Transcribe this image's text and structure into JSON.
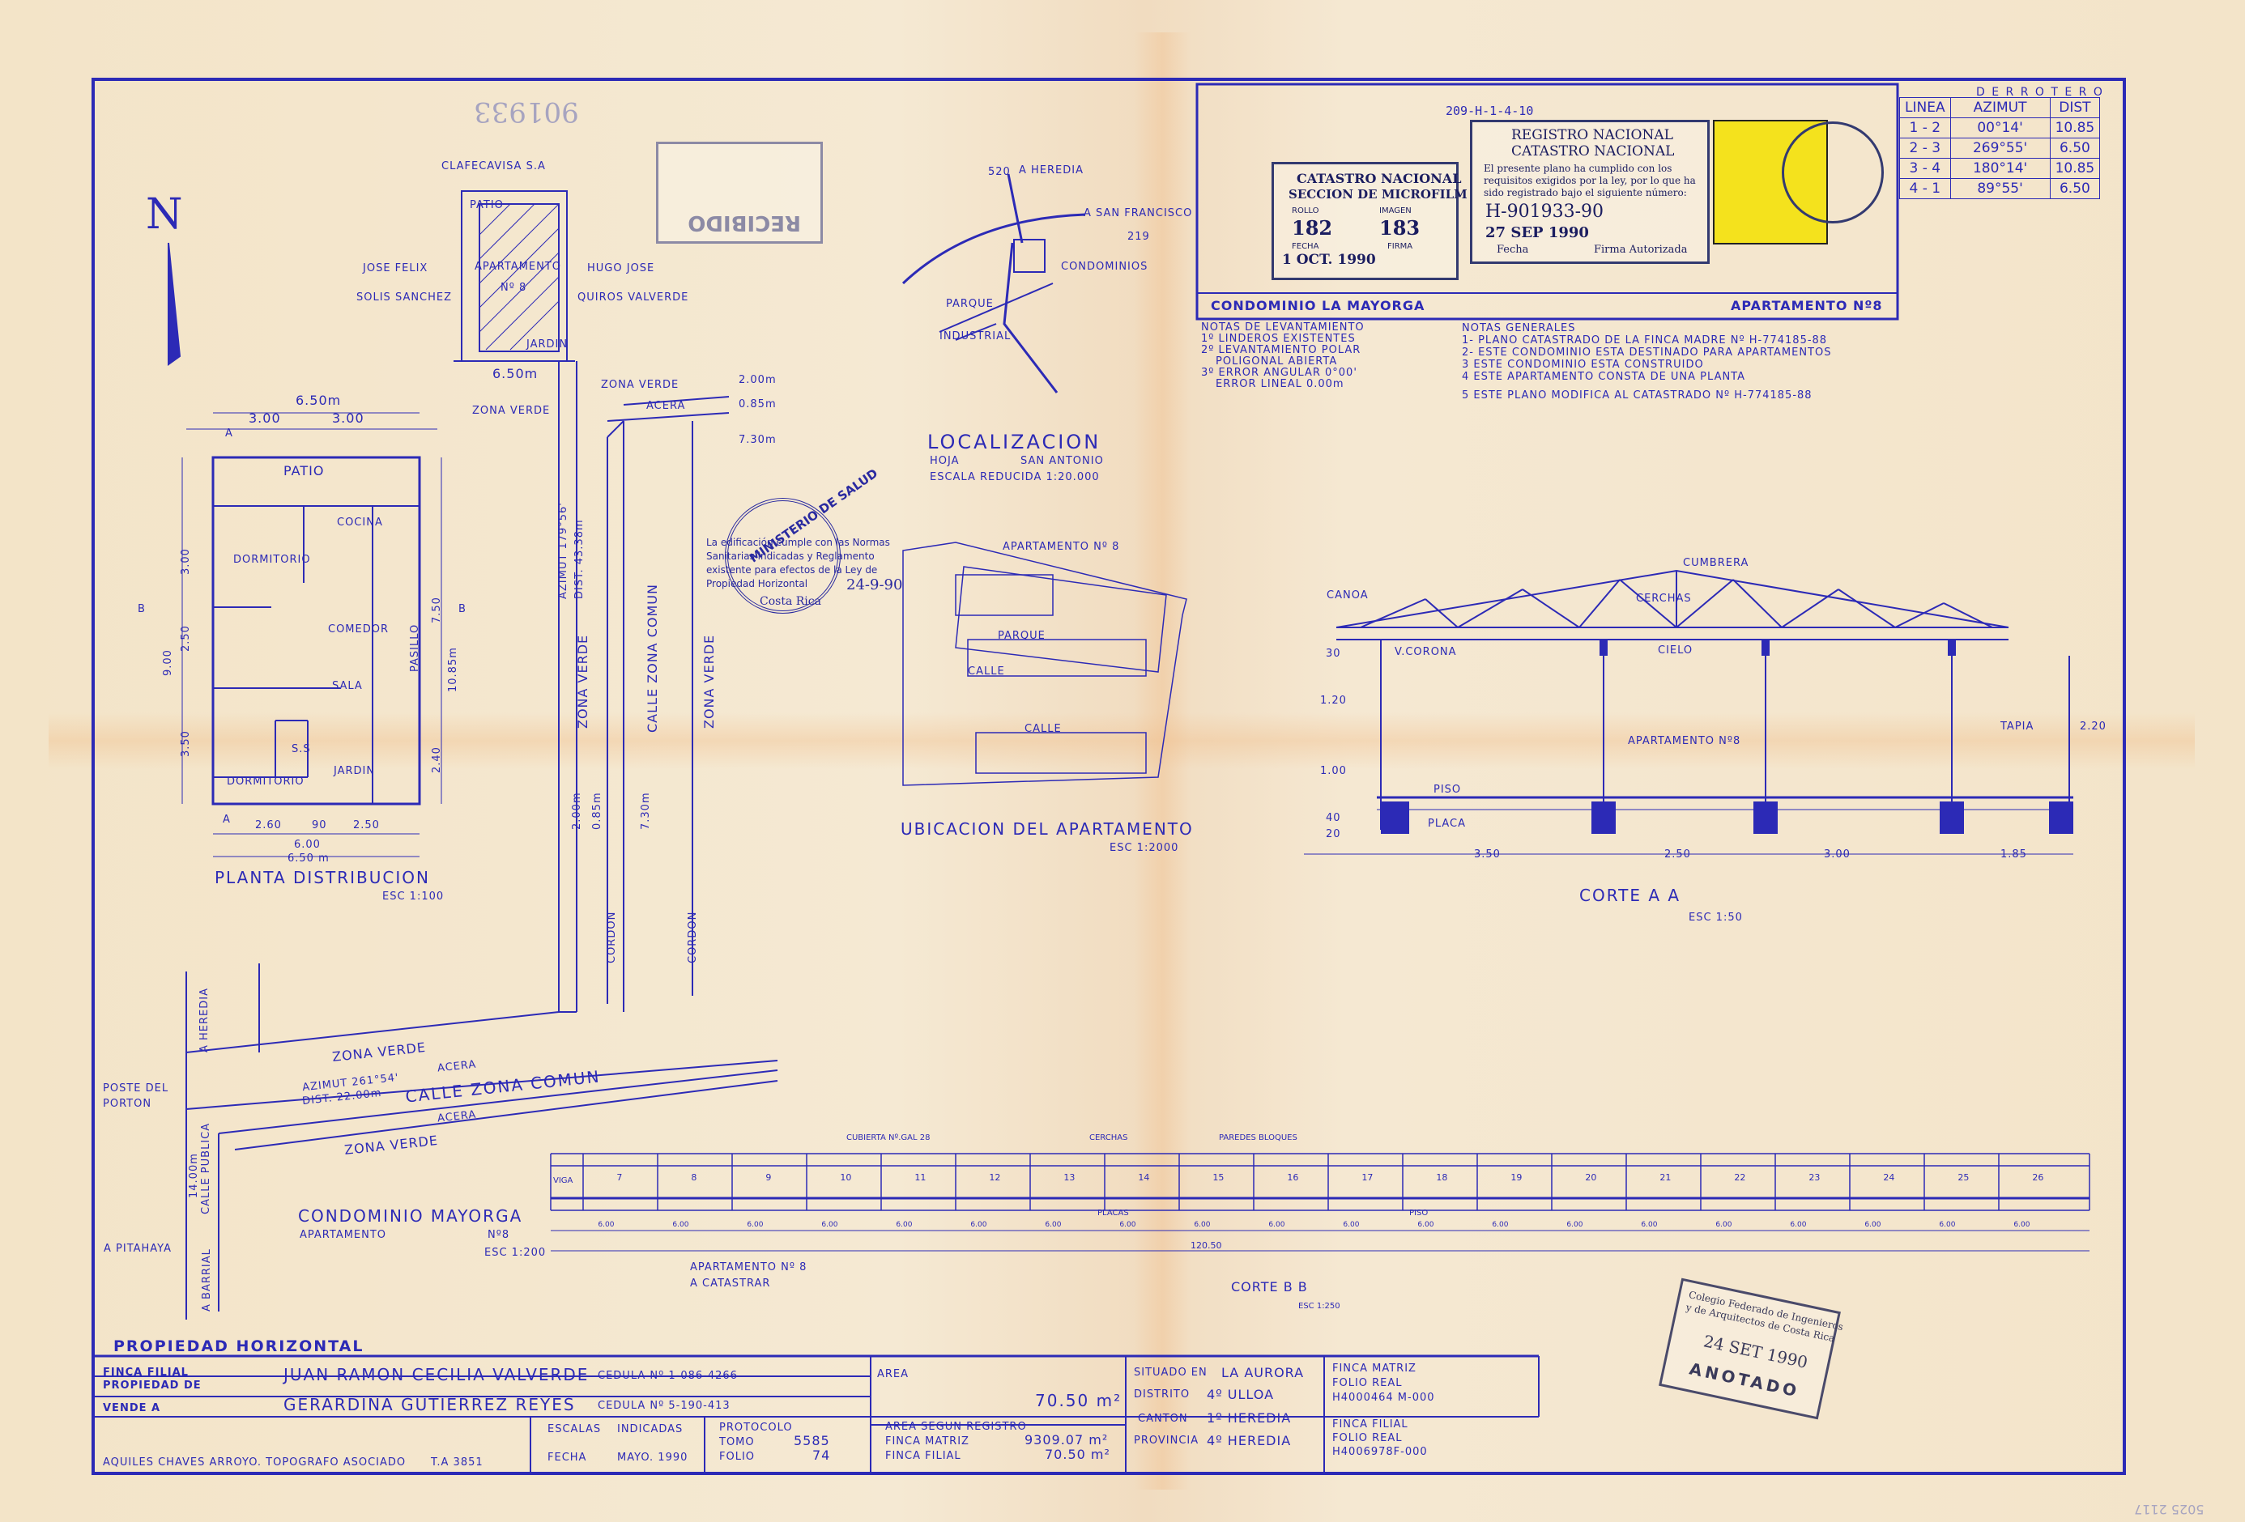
{
  "top_code": "209-H-1-4-10",
  "north": "N",
  "derrotero": {
    "title": "D E R R O T E R O",
    "headers": [
      "LINEA",
      "AZIMUT",
      "DIST"
    ],
    "rows": [
      [
        "1 - 2",
        "00°14'",
        "10.85"
      ],
      [
        "2 - 3",
        "269°55'",
        "6.50"
      ],
      [
        "3 - 4",
        "180°14'",
        "10.85"
      ],
      [
        "4 - 1",
        "89°55'",
        "6.50"
      ]
    ]
  },
  "registro": {
    "title1": "REGISTRO NACIONAL",
    "title2": "CATASTRO NACIONAL",
    "text": "El presente plano ha cumplido con los requisitos exigidos por la ley, por lo que ha sido registrado bajo el siguiente número:",
    "number": "H-901933-90",
    "date": "27 SEP 1990",
    "fecha_label": "Fecha",
    "firma_label": "Firma Autorizada"
  },
  "microfilm": {
    "title1": "CATASTRO NACIONAL",
    "title2": "SECCION DE MICROFILM",
    "rollo_label": "ROLLO",
    "rollo": "182",
    "imagen_label": "IMAGEN",
    "imagen": "183",
    "fecha_label": "FECHA",
    "fecha": "1 OCT. 1990",
    "firma_label": "FIRMA"
  },
  "condominio_banner": "CONDOMINIO LA MAYORGA",
  "apartamento_banner": "APARTAMENTO Nº8",
  "notas_levantamiento": [
    "NOTAS DE LEVANTAMIENTO",
    "1º LINDEROS EXISTENTES",
    "2º LEVANTAMIENTO POLAR",
    "POLIGONAL ABIERTA",
    "3º ERROR ANGULAR 0°00'",
    "ERROR LINEAL 0.00m"
  ],
  "notas_generales": [
    "NOTAS GENERALES",
    "1- PLANO CATASTRADO DE LA FINCA MADRE Nº H-774185-88",
    "2- ESTE CONDOMINIO ESTA DESTINADO PARA APARTAMENTOS",
    "3 ESTE CONDOMINIO ESTA CONSTRUIDO",
    "4 ESTE APARTAMENTO CONSTA DE UNA PLANTA",
    "5 ESTE PLANO MODIFICA AL CATASTRADO Nº H-774185-88"
  ],
  "recibido_stamp": "RECIBIDO",
  "handwritten_number": "901933",
  "site": {
    "clafecavisa": "CLAFECAVISA S.A",
    "patio": "PATIO",
    "apartamento": "APARTAMENTO",
    "apt_no": "Nº 8",
    "jardin": "JARDIN",
    "left_owner1": "JOSE FELIX",
    "left_owner2": "SOLIS SANCHEZ",
    "right_owner1": "HUGO JOSE",
    "right_owner2": "QUIROS VALVERDE",
    "width": "6.50m",
    "zona_verde": "ZONA VERDE",
    "acera": "ACERA",
    "d1": "2.00m",
    "d2": "0.85m",
    "d3": "7.30m",
    "azimut": "AZIMUT 179°56'",
    "dist": "DIST. 43.38m",
    "calle_zona_comun": "CALLE ZONA COMUN",
    "cordon": "CORDON",
    "azimut2": "AZIMUT 261°54'",
    "dist2": "DIST. 22.00m",
    "poste1": "POSTE DEL",
    "poste2": "PORTON",
    "a_heredia": "A HEREDIA",
    "calle_publica": "CALLE PUBLICA",
    "calle_ancho": "14.00m",
    "a_pitahaya": "A PITAHAYA",
    "a_barrial": "A BARRIAL",
    "condominio_title": "CONDOMINIO MAYORGA",
    "condominio_apto": "APARTAMENTO",
    "condominio_no": "Nº8",
    "condominio_esc": "ESC 1:200"
  },
  "planta": {
    "title": "PLANTA DISTRIBUCION",
    "esc": "ESC 1:100",
    "top_total": "6.50m",
    "top_a": "3.00",
    "top_b": "3.00",
    "rooms": [
      "PATIO",
      "COCINA",
      "DORMITORIO",
      "COMEDOR",
      "SALA",
      "S.S",
      "JARDIN",
      "DORMITORIO",
      "PASILLO"
    ],
    "bottom_a": "2.60",
    "bottom_b": "90",
    "bottom_c": "2.50",
    "bottom_total1": "6.00",
    "bottom_total2": "6.50 m",
    "left_total": "9.00",
    "left_a": "3.00",
    "left_b": "2.50",
    "left_c": "3.50",
    "right_a": "7.50",
    "right_b": "2.40",
    "right_total": "10.85m",
    "label_a": "A",
    "label_b": "B"
  },
  "localizacion": {
    "title": "LOCALIZACION",
    "hoja": "HOJA",
    "hoja_val": "SAN ANTONIO",
    "escala": "ESCALA REDUCIDA 1:20.000",
    "a_heredia": "A HEREDIA",
    "a_san_francisco": "A SAN FRANCISCO",
    "n520": "520",
    "n219": "219",
    "condominios": "CONDOMINIOS",
    "parque": "PARQUE",
    "industrial": "INDUSTRIAL"
  },
  "salud": {
    "ring": "MINISTERIO DE SALUD",
    "text": "La edificación cumple con las Normas Sanitarias indicadas y Reglamento existente para efectos de la Ley de Propiedad Horizontal",
    "date": "24-9-90",
    "country": "Costa Rica"
  },
  "ubicacion": {
    "title": "UBICACION DEL APARTAMENTO",
    "esc": "ESC 1:2000",
    "apto": "APARTAMENTO Nº 8",
    "parque": "PARQUE",
    "calle1": "CALLE",
    "calle2": "CALLE"
  },
  "corte_aa": {
    "title": "CORTE A A",
    "esc": "ESC 1:50",
    "labels": [
      "CUMBRERA",
      "CERCHAS",
      "CANOA",
      "V.CORONA",
      "CIELO",
      "APARTAMENTO Nº8",
      "TAPIA",
      "PISO",
      "PLACA"
    ],
    "heights": [
      "30",
      "1.20",
      "1.00",
      "40",
      "20"
    ],
    "right_h": "2.20",
    "dims": [
      "3.50",
      "2.50",
      "3.00",
      "1.85"
    ]
  },
  "corte_bb": {
    "title": "CORTE B B",
    "esc": "ESC 1:250",
    "top_labels": [
      "CUBIERTA Nº.GAL 28",
      "CERCHAS",
      "PAREDES BLOQUES"
    ],
    "viga": "VIGA",
    "units": [
      "7",
      "8",
      "9",
      "10",
      "11",
      "12",
      "13",
      "14",
      "15",
      "16",
      "17",
      "18",
      "19",
      "20",
      "21",
      "22",
      "23",
      "24",
      "25",
      "26"
    ],
    "placas": "PLACAS",
    "piso": "PISO",
    "spacing": "6.00",
    "total": "120.50",
    "apto1": "APARTAMENTO Nº 8",
    "apto2": "A CATASTRAR"
  },
  "title_block": {
    "propiedad": "PROPIEDAD HORIZONTAL",
    "finca_filial": "FINCA FILIAL",
    "propiedad_de": "PROPIEDAD DE",
    "owner": "JUAN RAMON CECILIA VALVERDE",
    "owner_id": "CEDULA Nº 1-086-4266",
    "vende_a": "VENDE A",
    "buyer": "GERARDINA GUTIERREZ REYES",
    "buyer_id": "CEDULA Nº 5-190-413",
    "area_label": "AREA",
    "area": "70.50 m²",
    "situado_label": "SITUADO EN",
    "situado": "LA AURORA",
    "distrito_label": "DISTRITO",
    "distrito": "4º ULLOA",
    "canton_label": "CANTON",
    "canton": "1º HEREDIA",
    "provincia_label": "PROVINCIA",
    "provincia": "4º HEREDIA",
    "finca_matriz": "FINCA MATRIZ",
    "folio_real": "FOLIO REAL",
    "matriz_no": "H4000464 M-000",
    "finca_filial2": "FINCA FILIAL",
    "folio_real2": "FOLIO REAL",
    "filial_no": "H4006978F-000",
    "escalas_label": "ESCALAS",
    "escalas": "INDICADAS",
    "fecha_label": "FECHA",
    "fecha": "MAYO. 1990",
    "protocolo_label": "PROTOCOLO",
    "tomo_label": "TOMO",
    "tomo": "5585",
    "folio_label": "FOLIO",
    "folio": "74",
    "area_registro": "AREA SEGUN REGISTRO",
    "finca_matriz_area_label": "FINCA MATRIZ",
    "finca_matriz_area": "9309.07 m²",
    "finca_filial_area_label": "FINCA FILIAL",
    "finca_filial_area": "70.50 m²",
    "topografo": "AQUILES CHAVES ARROYO. TOPOGRAFO ASOCIADO",
    "ta": "T.A 3851"
  },
  "colegio": {
    "line1": "Colegio Federado de Ingenieros",
    "line2": "y de Arquitectos de Costa Rica",
    "date": "24 SET 1990",
    "anotado": "ANOTADO"
  },
  "corner_number": "5025 2117"
}
